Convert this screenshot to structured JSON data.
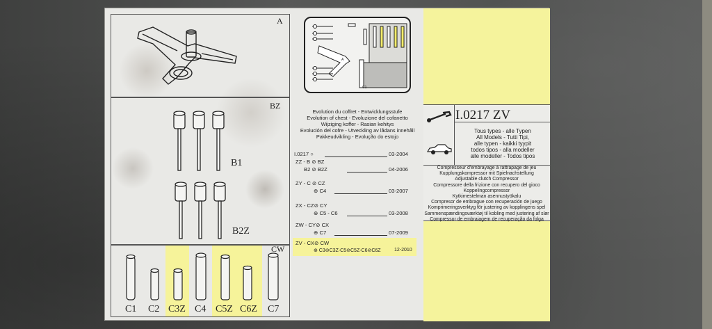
{
  "labels": {
    "a": "A",
    "bz": "BZ",
    "b1": "B1",
    "b2z": "B2Z",
    "cw": "CW",
    "c_tools": [
      "C1",
      "C2",
      "C3Z",
      "C4",
      "C5Z",
      "C6Z",
      "C7"
    ]
  },
  "case": {
    "label_a": "A",
    "label_c1": "C1"
  },
  "evolution": {
    "title_lines": [
      "Evolution du coffret - Entwicklungsstufe",
      "Evolution of chest - Evoluzione del cofanetto",
      "Wijziging koffer - Rasian kehitys",
      "Evolución del cofre - Utveckling av lådans innehåll",
      "Pakkeudvikling - Evolução do estojo"
    ],
    "rows": [
      {
        "left": "I.0217 ○",
        "date": "03-2004"
      },
      {
        "left": "ZZ - B ⊘ BZ",
        "date": ""
      },
      {
        "left": "B2 ⊘ B2Z",
        "date": "04-2006"
      },
      {
        "left": "ZY - C ⊘ CZ",
        "date": ""
      },
      {
        "left": "⊕ C4",
        "date": "03-2007"
      },
      {
        "left": "ZX - CZ⊘ CY",
        "date": ""
      },
      {
        "left": "⊕ C5 - C6",
        "date": "03-2008"
      },
      {
        "left": "ZW - CY⊘ CX",
        "date": ""
      },
      {
        "left": "⊕ C7",
        "date": "07-2009"
      },
      {
        "left": "ZV - CX⊘ CW",
        "date": ""
      },
      {
        "left": "⊕ C3⊘C3Z-C5⊘C5Z-C6⊘C6Z",
        "date": "12-2010"
      }
    ]
  },
  "product": {
    "code": "I.0217 ZV",
    "types": [
      "Tous types - alle Typen",
      "All Models - Tutti Tipi,",
      "alle typen - kaikki tyypit",
      "todos tipos - alla modeller",
      "alle modeller - Todos tipos"
    ],
    "description": [
      "Compresseur d'embrayage à rattrapage de jeu",
      "Kupplungskompressor mit Spielnachstellung",
      "Adjustable clutch Compressor",
      "Compressore della frizione con recupero del gioco",
      "Koppelingcompressor",
      "Kytkimestelman asennustyökalu",
      "Compresor de embrague con recuperación de juego",
      "Komprimeringsverktyg för justering av kopplingens spel",
      "Sammenspændingsværktøj til kobling med justering af slør",
      "Compressor de embraiagem de recuperação da folga"
    ]
  },
  "colors": {
    "sticker": "#e9e9e6",
    "highlight": "#f6f39a",
    "ink": "#222222"
  }
}
